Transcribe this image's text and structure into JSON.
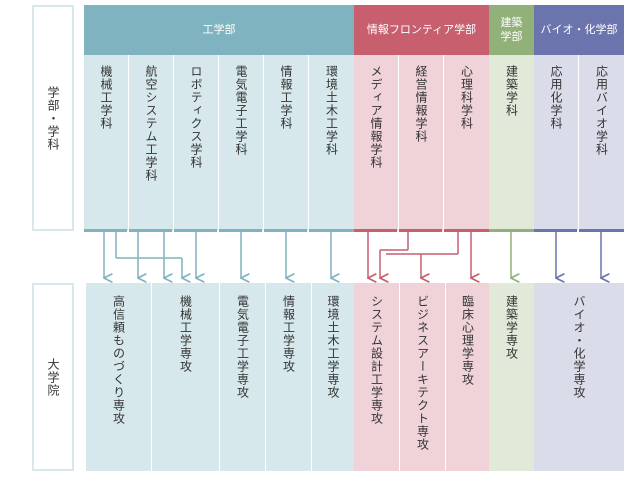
{
  "row_labels": {
    "undergrad": "学部・学科",
    "graduate": "大学院"
  },
  "faculties": {
    "engineering": "工学部",
    "info_frontier": "情報フロンティア学部",
    "architecture": "建築\n学部",
    "bio_chem": "バイオ・化学部"
  },
  "departments": [
    "機械工学科",
    "航空システム工学科",
    "ロボティクス学科",
    "電気電子工学科",
    "情報工学科",
    "環境土木工学科",
    "メディア情報学科",
    "経営情報学科",
    "心理科学科",
    "建築学科",
    "応用化学科",
    "応用バイオ学科"
  ],
  "graduate_programs": [
    "高信頼ものづくり専攻",
    "機械工学専攻",
    "電気電子工学専攻",
    "情報工学専攻",
    "環境土木工学専攻",
    "システム設計工学専攻",
    "ビジネスアーキテクト専攻",
    "臨床心理学専攻",
    "建築学専攻",
    "バイオ・化学専攻"
  ],
  "colors": {
    "engineering_header": "#7fb3bf",
    "engineering_body": "#d6e8ec",
    "info_header": "#c75f6f",
    "info_body": "#f0d3d8",
    "arch_header": "#92b07a",
    "arch_body": "#e1ead8",
    "bio_header": "#6c74ad",
    "bio_body": "#dadcea"
  }
}
